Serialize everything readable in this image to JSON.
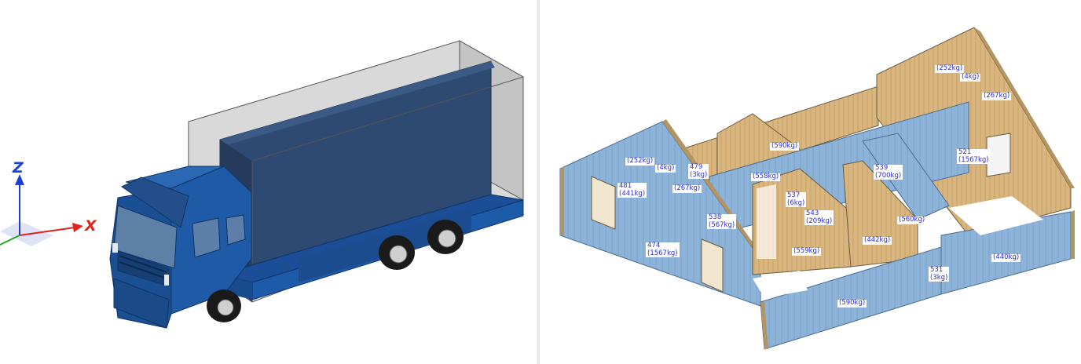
{
  "axes": {
    "z_label": "Z",
    "x_label": "X"
  },
  "colors": {
    "truck_body": "#1f4f8f",
    "panel_blue": "#8fb4d8",
    "wood": "#d7b57e",
    "label_text": "#2b2bd6",
    "axis_z": "#1a3fd9",
    "axis_x": "#e0231c",
    "axis_y": "#2aa62a"
  },
  "panel_labels": [
    {
      "text": "(252kg)"
    },
    {
      "text": "(4kg)"
    },
    {
      "text": "479\n(3kg)"
    },
    {
      "text": "481\n(441kg)"
    },
    {
      "text": "(267kg)"
    },
    {
      "text": "538\n(567kg)"
    },
    {
      "text": "474\n(1567kg)"
    },
    {
      "text": "(558kg)"
    },
    {
      "text": "(590kg)"
    },
    {
      "text": "537\n(6kg)"
    },
    {
      "text": "543\n(209kg)"
    },
    {
      "text": "539\n(700kg)"
    },
    {
      "text": "(559kg)"
    },
    {
      "text": "(442kg)"
    },
    {
      "text": "(560kg)"
    },
    {
      "text": "(252kg)"
    },
    {
      "text": "(4kg)"
    },
    {
      "text": "(267kg)"
    },
    {
      "text": "521\n(1567kg)"
    },
    {
      "text": "(440kg)"
    },
    {
      "text": "531\n(3kg)"
    },
    {
      "text": "(590kg)"
    }
  ]
}
